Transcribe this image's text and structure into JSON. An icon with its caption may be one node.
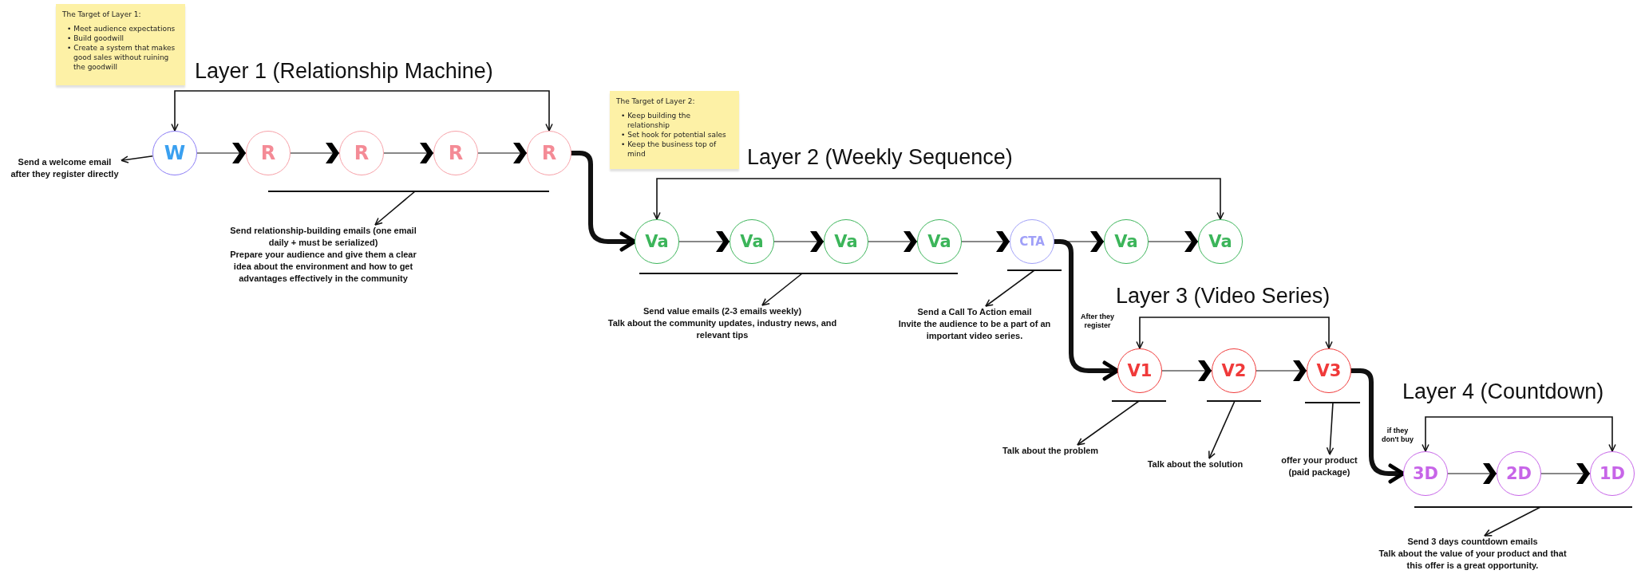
{
  "diagram": {
    "nodes": [
      {
        "text": [
          "The Target of Layer 1:",
          "• Meet audience expectations",
          "• Build goodwill",
          "• Create a system that makes good sales without ruining the goodwill"
        ]
      },
      {
        "text": [
          "W"
        ]
      },
      {
        "text": [
          "R"
        ]
      },
      {
        "text": [
          "R"
        ]
      },
      {
        "text": [
          "R"
        ]
      },
      {
        "text": [
          "R"
        ]
      },
      {
        "text": [
          "Send a welcome email after they register directly"
        ]
      },
      {
        "text": [
          "Send relationship-building emails (one email daily + must be serialized)",
          "Prepare your audience and give them a clear idea about the environment and how to get advantages effectively in the community"
        ]
      },
      {
        "text": [
          "The Target of Layer 2:",
          "• Keep building the relationship",
          "• Set hook for potential sales",
          "• Keep the business top of mind"
        ]
      },
      {
        "text": [
          "Va"
        ]
      },
      {
        "text": [
          "Va"
        ]
      },
      {
        "text": [
          "Va"
        ]
      },
      {
        "text": [
          "Va"
        ]
      },
      {
        "text": [
          "CTA"
        ]
      },
      {
        "text": [
          "Va"
        ]
      },
      {
        "text": [
          "Va"
        ]
      },
      {
        "text": [
          "Send value emails (2-3 emails weekly)",
          "Talk about the community updates, industry news, and relevant tips"
        ]
      },
      {
        "text": [
          "Send a Call To Action email",
          "Invite the audience to be a part of an important video series."
        ]
      },
      {
        "text": [
          "V1"
        ]
      },
      {
        "text": [
          "V2"
        ]
      },
      {
        "text": [
          "V3"
        ]
      },
      {
        "text": [
          "Talk about the problem"
        ]
      },
      {
        "text": [
          "Talk about the solution"
        ]
      },
      {
        "text": [
          "offer your product (paid package)"
        ]
      },
      {
        "text": [
          "3D"
        ]
      },
      {
        "text": [
          "2D"
        ]
      },
      {
        "text": [
          "1D"
        ]
      },
      {
        "text": [
          "Send 3 days countdown emails",
          "Talk about the value of your product and that this offer is a great opportunity."
        ]
      }
    ],
    "edges": [
      {
        "from": 1,
        "to": 2,
        "arrow": "to"
      },
      {
        "from": 2,
        "to": 3,
        "arrow": "to"
      },
      {
        "from": 3,
        "to": 4,
        "arrow": "to"
      },
      {
        "from": 4,
        "to": 5,
        "arrow": "to"
      },
      {
        "from": 1,
        "to": 5,
        "arrow": "both"
      },
      {
        "from": 1,
        "to": 6,
        "arrow": "to"
      },
      {
        "from": null,
        "to": 7,
        "arrow": "to"
      },
      {
        "from": 5,
        "to": 9,
        "arrow": "to",
        "style": "thick"
      },
      {
        "from": 9,
        "to": 10,
        "arrow": "to"
      },
      {
        "from": 10,
        "to": 11,
        "arrow": "to"
      },
      {
        "from": 11,
        "to": 12,
        "arrow": "to"
      },
      {
        "from": 12,
        "to": 13,
        "arrow": "to"
      },
      {
        "from": 13,
        "to": 14,
        "arrow": "to"
      },
      {
        "from": 14,
        "to": 15,
        "arrow": "to"
      },
      {
        "from": 9,
        "to": 15,
        "arrow": "both"
      },
      {
        "from": null,
        "to": 16,
        "arrow": "to"
      },
      {
        "from": 13,
        "to": 17,
        "arrow": "to"
      },
      {
        "from": 13,
        "to": 18,
        "arrow": "to",
        "style": "thick",
        "label": "After they register"
      },
      {
        "from": 18,
        "to": 19,
        "arrow": "to"
      },
      {
        "from": 19,
        "to": 20,
        "arrow": "to"
      },
      {
        "from": 18,
        "to": 20,
        "arrow": "both"
      },
      {
        "from": 18,
        "to": 21,
        "arrow": "to"
      },
      {
        "from": 19,
        "to": 22,
        "arrow": "to"
      },
      {
        "from": 20,
        "to": 23,
        "arrow": "to"
      },
      {
        "from": 20,
        "to": 24,
        "arrow": "to",
        "style": "thick",
        "label": "if they don't buy"
      },
      {
        "from": 24,
        "to": 25,
        "arrow": "to"
      },
      {
        "from": 25,
        "to": 26,
        "arrow": "to"
      },
      {
        "from": 24,
        "to": 26,
        "arrow": "both"
      },
      {
        "from": 25,
        "to": 27,
        "arrow": "to"
      }
    ],
    "labels": [
      "Layer 1 (Relationship Machine)",
      "Layer 2 (Weekly Sequence)",
      "Layer 3 (Video Series)",
      "Layer 4 (Countdown)"
    ]
  }
}
